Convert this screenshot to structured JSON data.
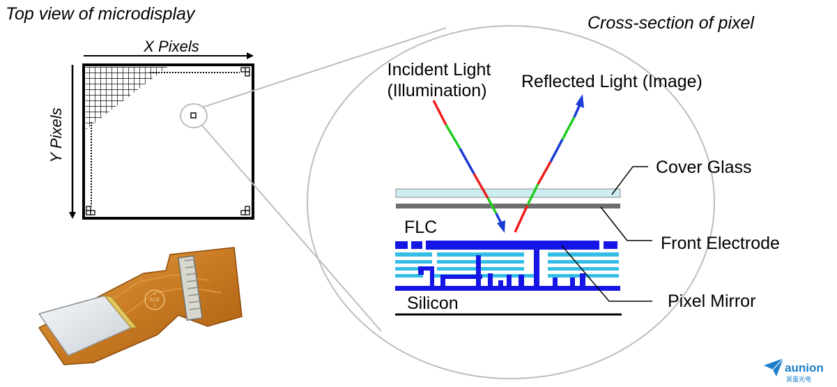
{
  "top_view": {
    "title": "Top view of microdisplay",
    "x_axis_label": "X Pixels",
    "y_axis_label": "Y Pixels"
  },
  "cross_section": {
    "title": "Cross-section of pixel",
    "incident_light_line1": "Incident Light",
    "incident_light_line2": "(Illumination)",
    "reflected_light": "Reflected Light (Image)",
    "cover_glass": "Cover Glass",
    "front_electrode": "Front Electrode",
    "flc": "FLC",
    "pixel_mirror": "Pixel Mirror",
    "silicon": "Silicon"
  },
  "photo": {
    "chip_mark_line1": "T",
    "chip_mark_line2": "ACE",
    "chip_mark_line3": "2"
  },
  "logo": {
    "brand": "aunion",
    "sub": "昊量光电"
  },
  "colors": {
    "cover_glass": "#cdeef1",
    "electrode": "#6d6d6d",
    "mirror_dark": "#1515e6",
    "mirror_light": "#33bde6",
    "ray_red": "#ee1c1c",
    "ray_green": "#22cc22",
    "ray_blue": "#1a3bd6",
    "logo": "#1d7fc9"
  }
}
